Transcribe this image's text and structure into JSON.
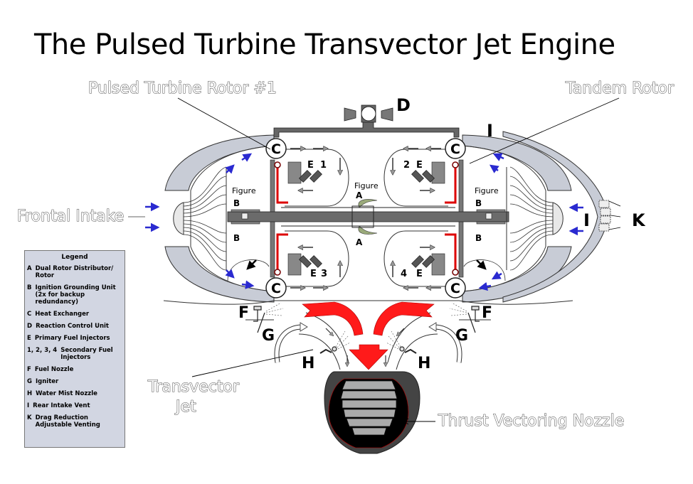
{
  "title": "The Pulsed Turbine Transvector Jet Engine",
  "labels": {
    "rotor1": "Pulsed Turbine Rotor #1",
    "tandem": "Tandem Rotor",
    "frontal": "Frontal Intake",
    "transvector_line1": "Transvector",
    "transvector_line2": "Jet",
    "nozzle": "Thrust Vectoring Nozzle"
  },
  "diagram_letters": {
    "A": "A",
    "B": "B",
    "C": "C",
    "D": "D",
    "E": "E",
    "F": "F",
    "G": "G",
    "H": "H",
    "I": "I",
    "K": "K",
    "n1": "1",
    "n2": "2",
    "n3": "3",
    "n4": "4",
    "figure": "Figure"
  },
  "colors": {
    "flow_arrow": "#2a2ad0",
    "exhaust": "#ff1a1a",
    "shroud": "#c8ccd6",
    "housing": "#666666"
  },
  "legend": {
    "title": "Legend",
    "items": [
      {
        "key": "A",
        "text": "Dual Rotor Distributor/ Rotor"
      },
      {
        "key": "B",
        "text": "Ignition Grounding Unit (2x for backup redundancy)"
      },
      {
        "key": "C",
        "text": "Heat Exchanger"
      },
      {
        "key": "D",
        "text": "Reaction Control Unit"
      },
      {
        "key": "E",
        "text": "Primary Fuel Injectors"
      },
      {
        "key": "1, 2, 3, 4",
        "text": "Secondary Fuel Injectors"
      },
      {
        "key": "F",
        "text": "Fuel Nozzle"
      },
      {
        "key": "G",
        "text": "Igniter"
      },
      {
        "key": "H",
        "text": "Water Mist Nozzle"
      },
      {
        "key": "I",
        "text": "Rear Intake Vent"
      },
      {
        "key": "K",
        "text": "Drag Reduction Adjustable Venting"
      }
    ]
  }
}
